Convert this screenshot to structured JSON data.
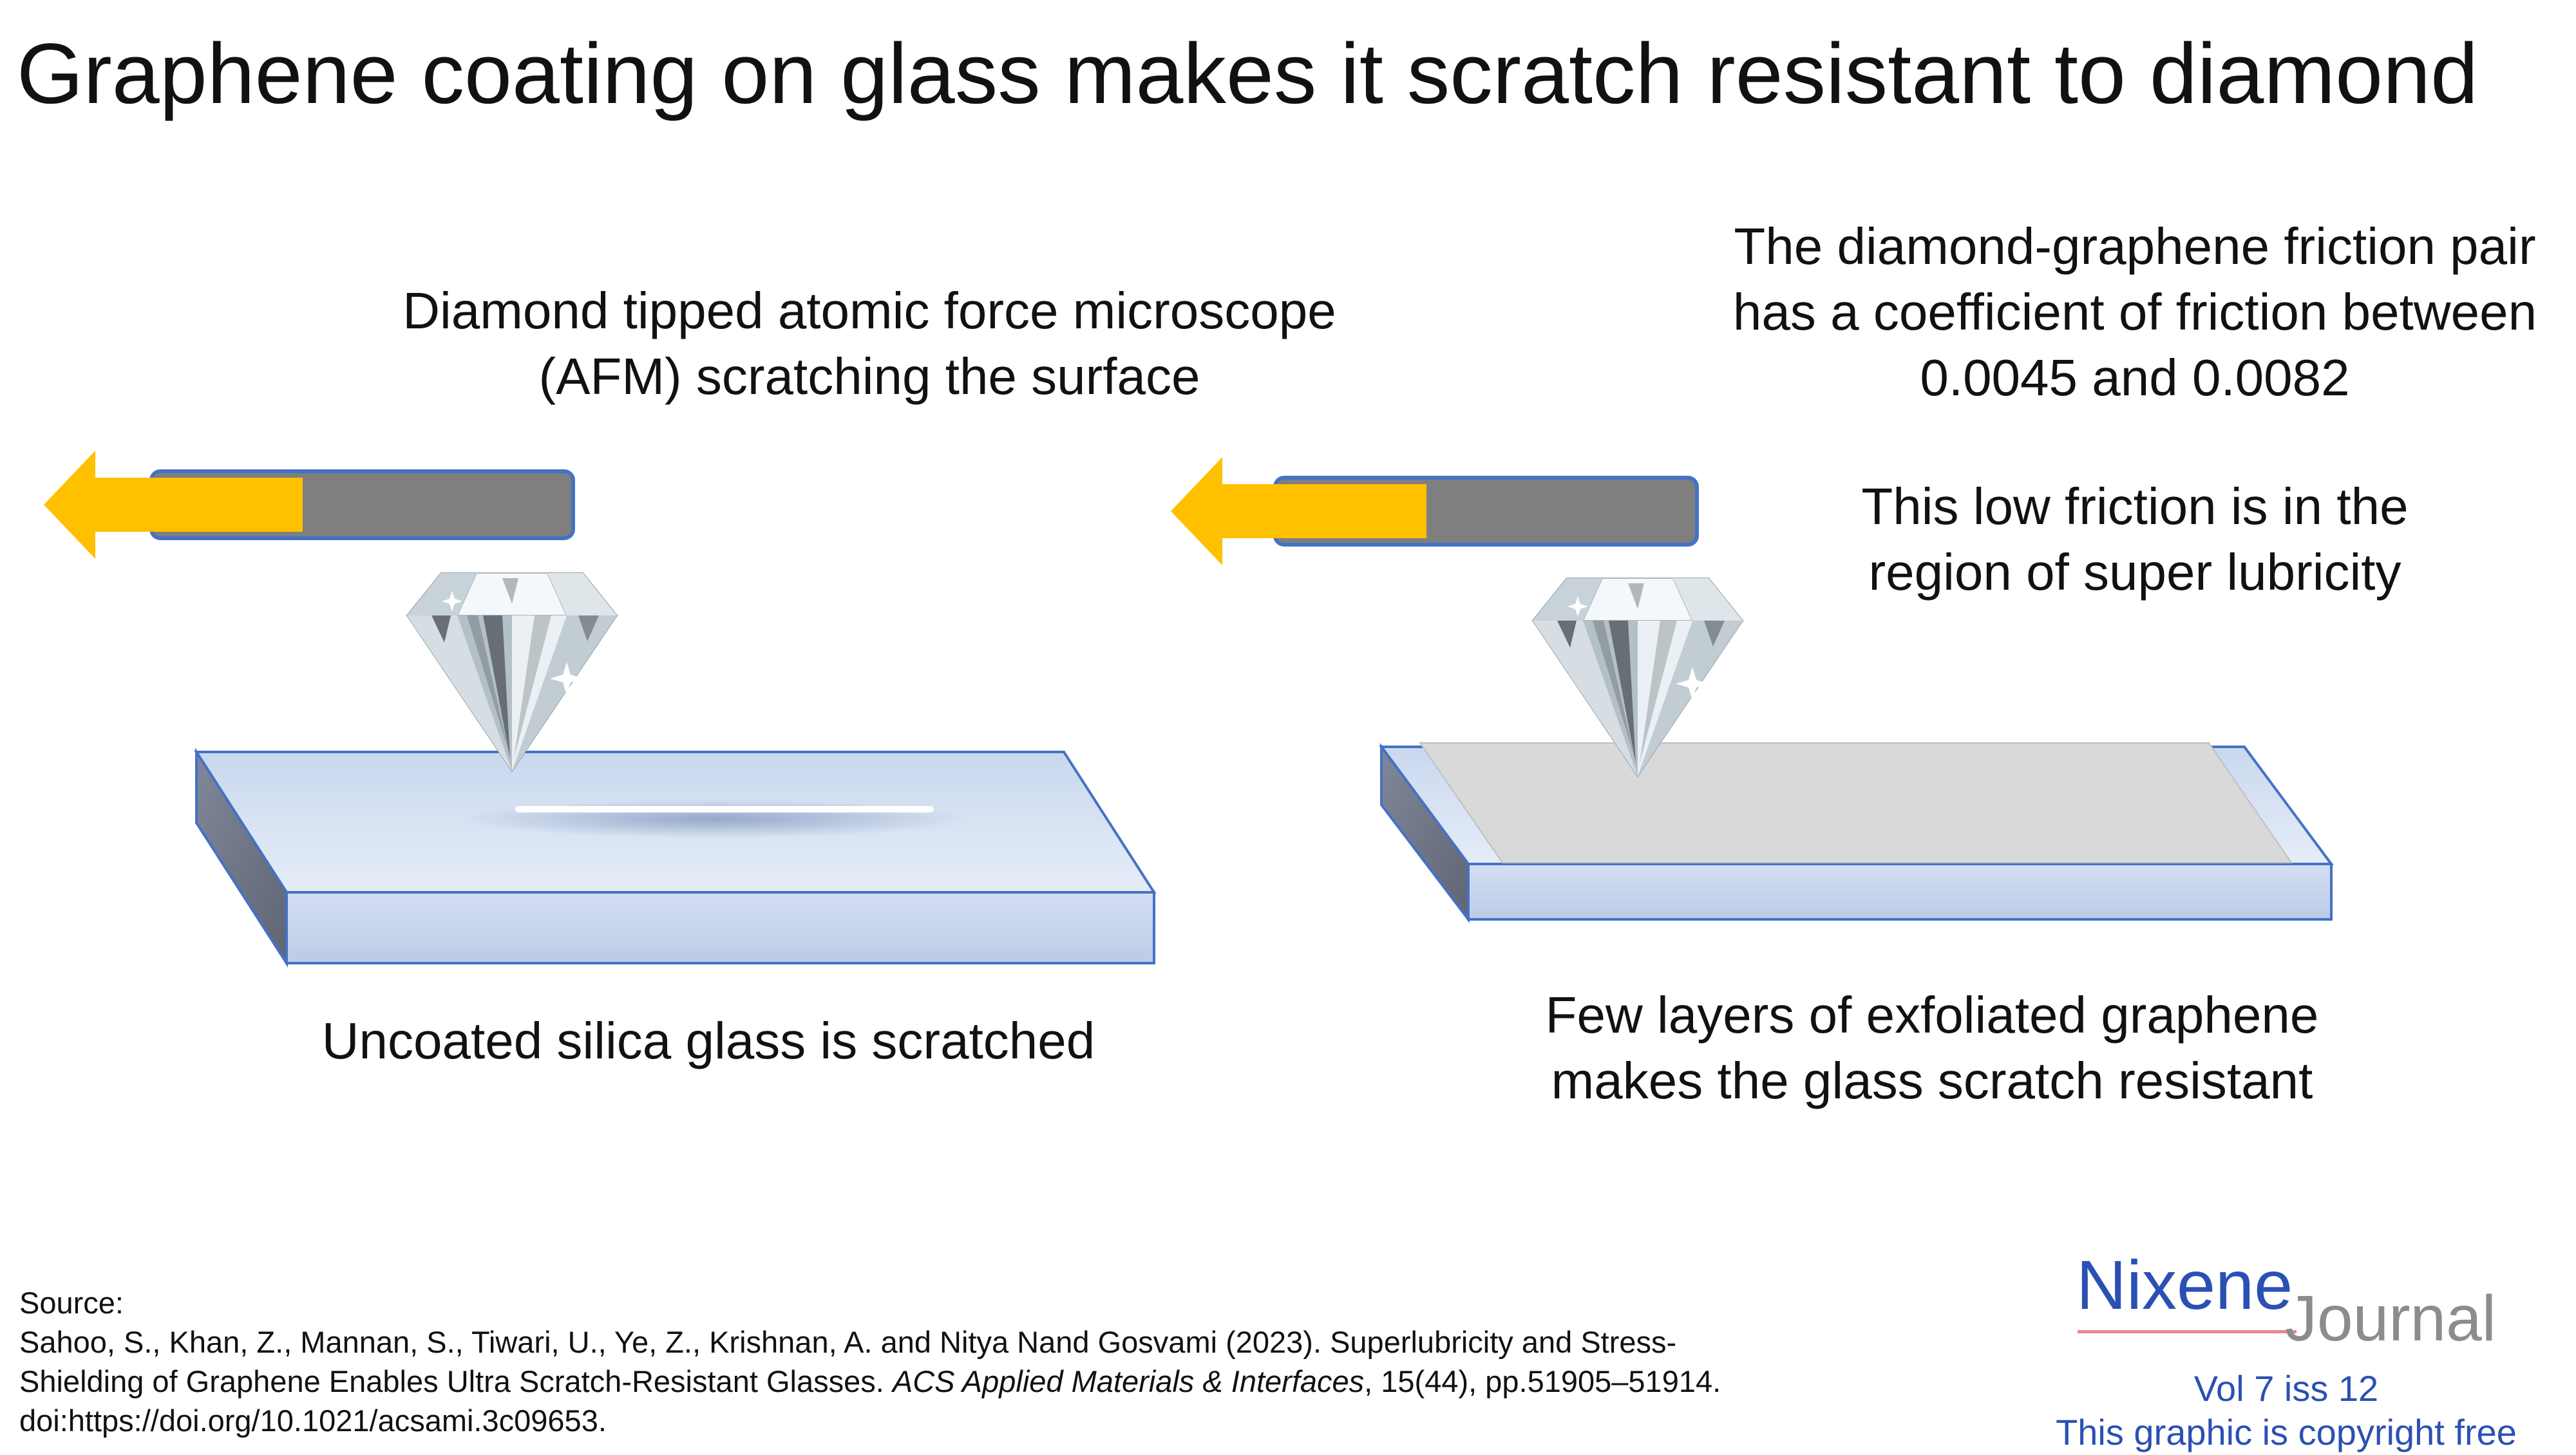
{
  "title": "Graphene coating on glass makes it scratch resistant to diamond",
  "labels": {
    "afm_line1": "Diamond tipped atomic force microscope",
    "afm_line2": "(AFM) scratching the surface",
    "friction_line1": "The diamond-graphene friction pair",
    "friction_line2": "has a coefficient of friction between",
    "friction_line3": "0.0045 and 0.0082",
    "lubricity_line1": "This low friction is in the",
    "lubricity_line2": "region of super lubricity",
    "uncoated_caption": "Uncoated silica glass is scratched",
    "graphene_line1": "Few layers of exfoliated graphene",
    "graphene_line2": "makes the glass scratch resistant"
  },
  "source": {
    "heading": "Source:",
    "line1": "Sahoo, S., Khan, Z., Mannan, S., Tiwari, U., Ye, Z., Krishnan, A. and Nitya Nand Gosvami (2023). Superlubricity and Stress-",
    "line2_pre": "Shielding of Graphene Enables Ultra Scratch-Resistant Glasses. ",
    "line2_journal": "ACS Applied Materials & Interfaces",
    "line2_post": ", 15(44), pp.51905–51914.",
    "line3": "doi:https://doi.org/10.1021/acsami.3c09653."
  },
  "logo": {
    "name_primary": "Nixene",
    "name_secondary": "Journal",
    "issue": "Vol 7 iss 12",
    "copyright": "This graphic is copyright free"
  },
  "colors": {
    "arrow": "#ffc000",
    "cantilever": "#7f7f7f",
    "cantilever_border": "#4472c4",
    "glass_top": "#dbe5f4",
    "glass_front": "#c5d4ed",
    "glass_side": "#6f7581",
    "glass_edge": "#4472c4",
    "graphene": "#d9d9d9",
    "logo_blue": "#2b50b4",
    "logo_grey": "#8c8c8c"
  },
  "icons": [
    "left-arrow-icon",
    "diamond-icon"
  ]
}
